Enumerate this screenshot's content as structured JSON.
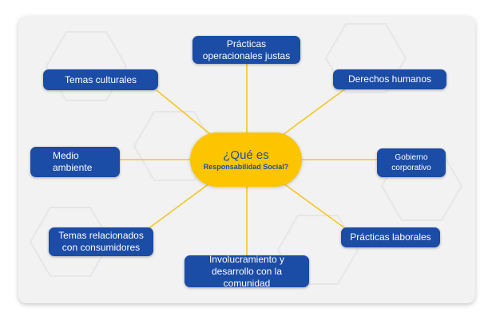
{
  "center": {
    "line1": "¿Qué es",
    "line2": "Responsabilidad Social?"
  },
  "nodes": {
    "practicas_operacionales": "Prácticas\noperacionales justas",
    "derechos_humanos": "Derechos humanos",
    "gobierno_corporativo": "Gobierno\ncorporativo",
    "practicas_laborales": "Prácticas laborales",
    "involucramiento": "Involucramiento y\ndesarrollo con la comunidad",
    "temas_consumidores": "Temas relacionados\ncon consumidores",
    "medio_ambiente": "Medio\nambiente",
    "temas_culturales": "Temas culturales"
  },
  "colors": {
    "node_fill": "#1b4ca6",
    "center_fill": "#fdc500",
    "connector": "#f3c623",
    "background": "#f2f2f3"
  }
}
